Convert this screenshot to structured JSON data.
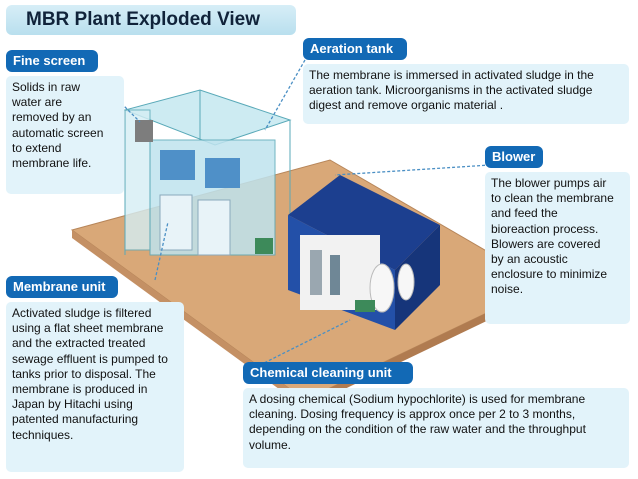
{
  "title": "MBR Plant Exploded View",
  "callouts": {
    "fine_screen": {
      "heading": "Fine screen",
      "lines": [
        "Solids in raw",
        "water are",
        "removed by an",
        "automatic screen",
        "to extend",
        "membrane life."
      ]
    },
    "aeration_tank": {
      "heading": "Aeration tank",
      "lines": [
        "The membrane is immersed in activated sludge in the",
        "aeration tank. Microorganisms in the activated sludge",
        "digest and remove organic material ."
      ]
    },
    "blower": {
      "heading": "Blower",
      "lines": [
        "The blower pumps air",
        "to clean the membrane",
        "and feed the",
        "bioreaction process.",
        "Blowers are covered",
        "by an acoustic",
        "enclosure to minimize",
        "noise."
      ]
    },
    "membrane_unit": {
      "heading": "Membrane unit",
      "lines": [
        "Activated sludge is filtered",
        "using  a flat sheet membrane",
        "and the  extracted treated",
        "sewage effluent is pumped to",
        "tanks prior to disposal. The",
        "membrane is produced in",
        "Japan by Hitachi using",
        "patented manufacturing",
        "techniques."
      ]
    },
    "chemical_cleaning": {
      "heading": "Chemical cleaning unit",
      "lines": [
        "A dosing chemical (Sodium hypochlorite) is used for membrane",
        "cleaning. Dosing frequency is approx once per 2 to 3 months,",
        "depending on the condition of the raw water and the throughput",
        "volume."
      ]
    }
  },
  "colors": {
    "header_bg": "#1269b5",
    "callout_bg": "#e2f3fa",
    "slab": "#d9a878",
    "enclosure": "#1c3f8f"
  }
}
